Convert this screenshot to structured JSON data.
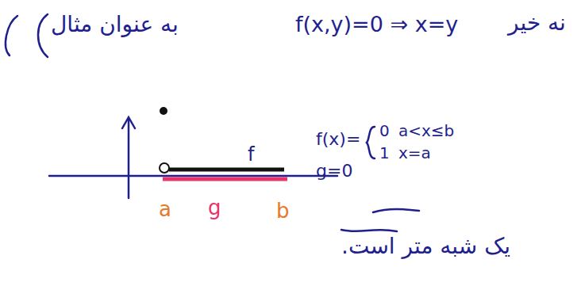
{
  "diagram": {
    "labels": [
      "نه خیر",
      "f(x,y)=0 ⇒ x=y",
      "به عنوان مثال",
      "f(x)=",
      "0",
      "a<x≤b",
      "1",
      "x=a",
      "g=0",
      "f",
      "a",
      "g",
      "b",
      "یک شبه متر است."
    ]
  }
}
